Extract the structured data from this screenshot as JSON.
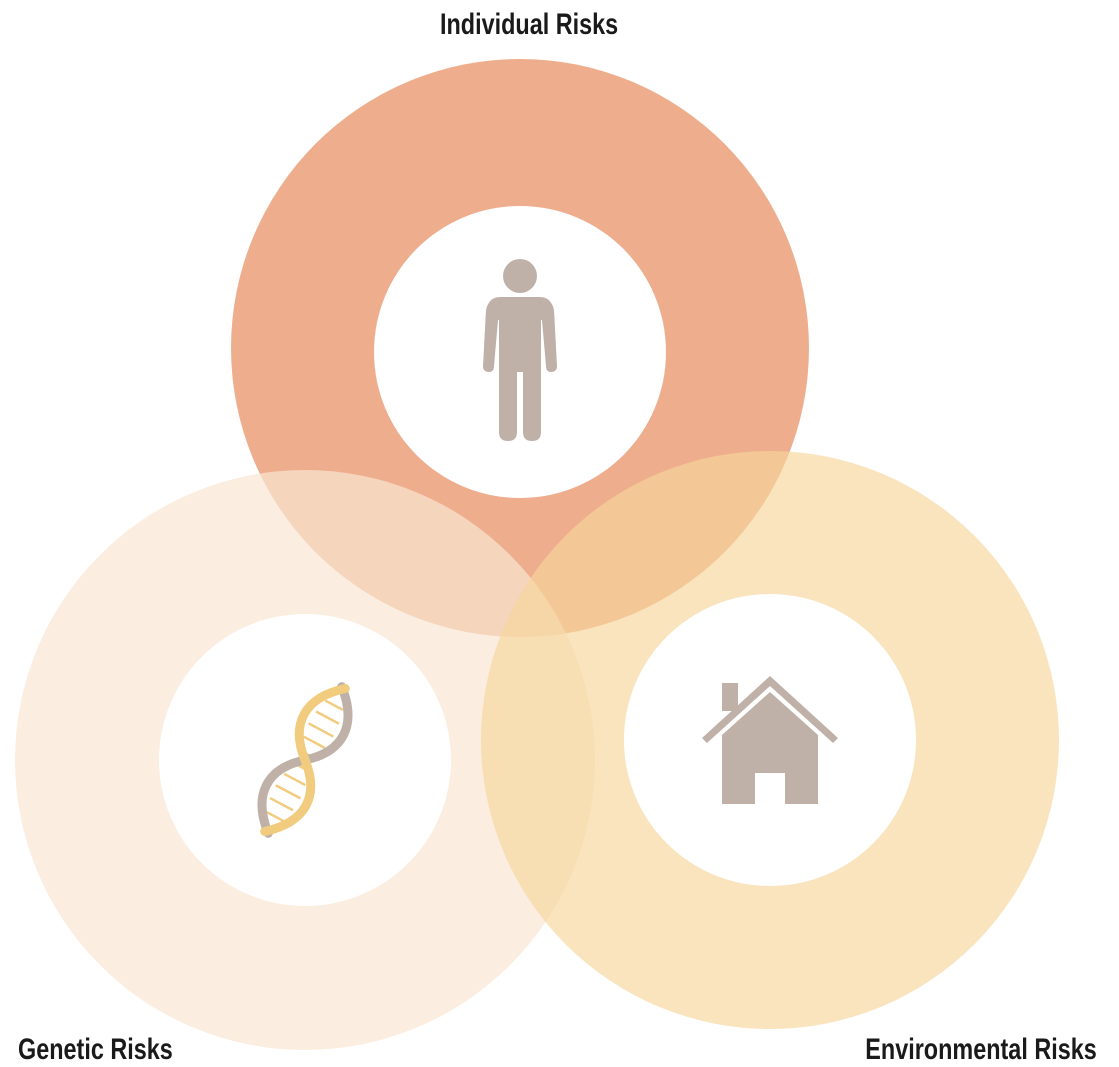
{
  "diagram": {
    "circles": [
      {
        "id": "individual",
        "label": "Individual Risks",
        "icon": "person-icon",
        "color": "#ea9a72",
        "opacity": 0.8
      },
      {
        "id": "genetic",
        "label": "Genetic Risks",
        "icon": "dna-icon",
        "color": "#f9e6d2",
        "opacity": 0.7
      },
      {
        "id": "environmental",
        "label": "Environmental Risks",
        "icon": "house-icon",
        "color": "#f6d69b",
        "opacity": 0.65
      }
    ],
    "inner_color": "#ffffff",
    "icon_color": "#bfb1a8",
    "dna_accent_color": "#f2cc7e"
  }
}
